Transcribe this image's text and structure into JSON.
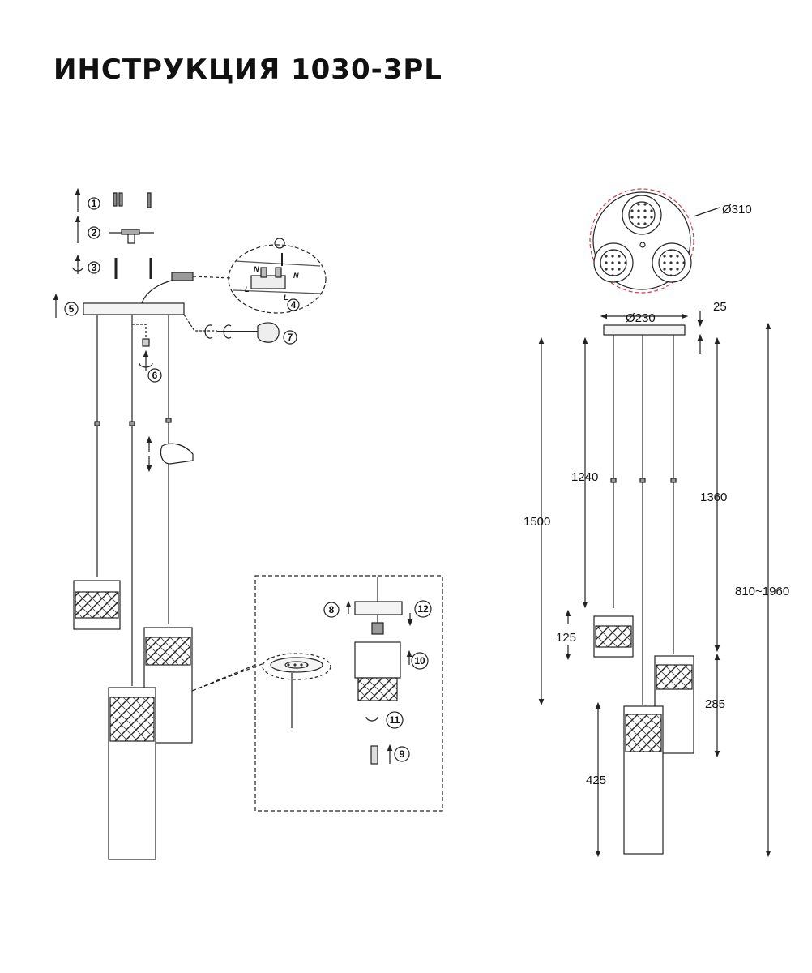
{
  "title": "ИНСТРУКЦИЯ 1030-3PL",
  "steps": [
    "1",
    "2",
    "3",
    "4",
    "5",
    "6",
    "7",
    "8",
    "9",
    "10",
    "11",
    "12"
  ],
  "wires": {
    "n": "N",
    "l": "L"
  },
  "dimensions": {
    "canopy_overall": "Ø310",
    "canopy_plate": "Ø230",
    "canopy_height": "25",
    "cable_short": "1240",
    "cable_medium": "1360",
    "cable_long": "1500",
    "overall_height": "810~1960",
    "shade_small_height": "125",
    "shade_medium_height": "285",
    "shade_large_height": "425"
  },
  "colors": {
    "line": "#222222",
    "dashed_red": "#d63b4a"
  }
}
